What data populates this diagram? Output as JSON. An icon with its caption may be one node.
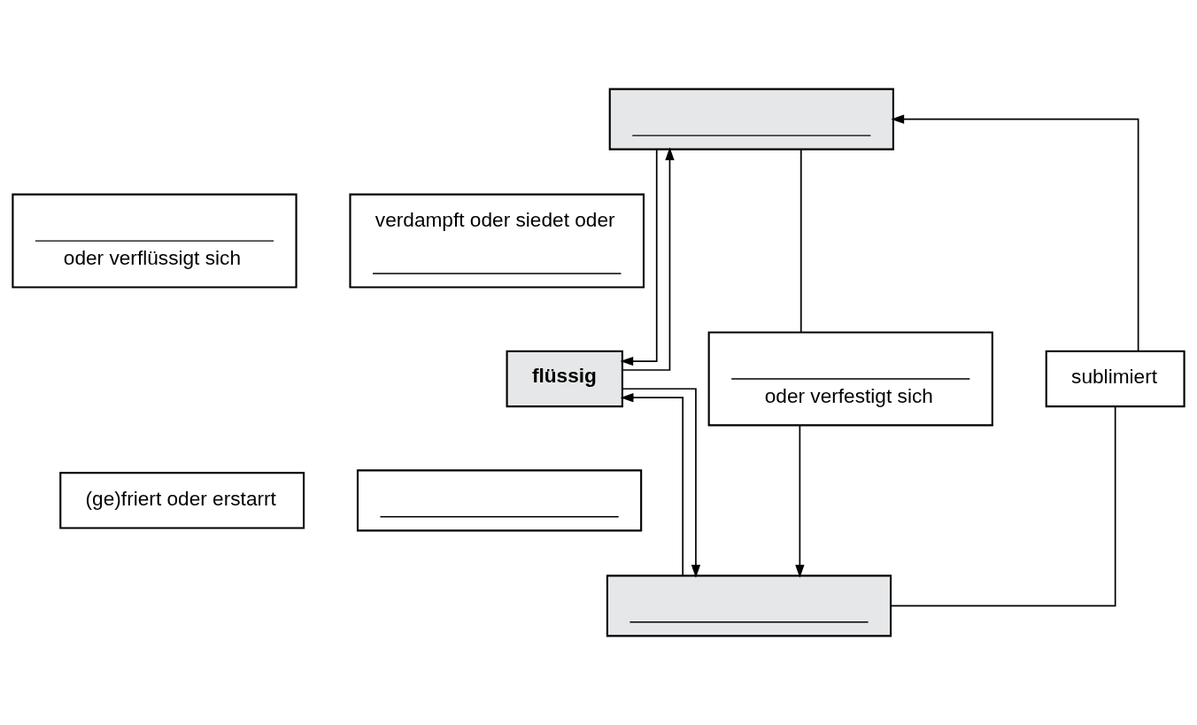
{
  "diagram": {
    "nodes": [
      {
        "text": [],
        "shape": "box"
      },
      {
        "text": [
          "oder verflüssigt sich"
        ]
      },
      {
        "text": [
          "verdampft oder siedet oder"
        ]
      },
      {
        "text": [
          "oder verfestigt sich"
        ]
      },
      {
        "text": [
          "flüssig"
        ]
      },
      {
        "text": [
          "sublimiert"
        ]
      },
      {
        "text": [
          "(ge)friert oder erstarrt"
        ]
      },
      {
        "text": [],
        "shape": "box"
      },
      {
        "text": [],
        "shape": "box"
      }
    ],
    "edges": [
      {
        "from": 0,
        "to": 4,
        "arrow": "to"
      },
      {
        "from": 4,
        "to": 0,
        "arrow": "to"
      },
      {
        "from": 4,
        "to": 8,
        "arrow": "to"
      },
      {
        "from": 8,
        "to": 4,
        "arrow": "to"
      },
      {
        "from": 0,
        "to": 3,
        "arrow": "none"
      },
      {
        "from": 3,
        "to": 8,
        "arrow": "to"
      },
      {
        "from": 8,
        "to": 5,
        "arrow": "none"
      },
      {
        "from": 5,
        "to": 0,
        "arrow": "to"
      }
    ]
  }
}
